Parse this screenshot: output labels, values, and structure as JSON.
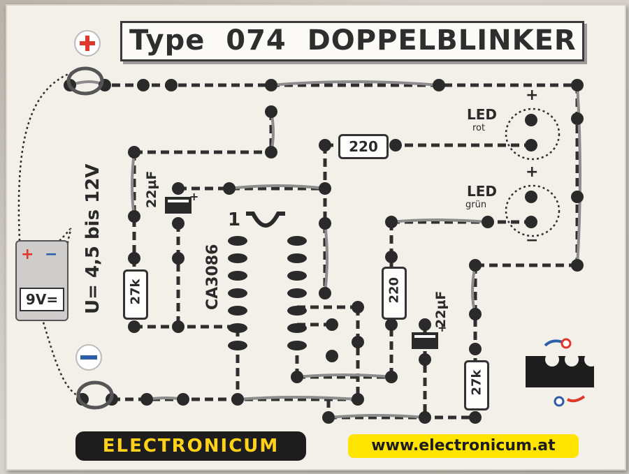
{
  "title": {
    "prefix": "Type",
    "number": "074",
    "name": "DOPPELBLINKER"
  },
  "voltage_label": "U= 4,5 bis 12V",
  "battery": {
    "label": "9V=",
    "plus": "+",
    "minus": "−"
  },
  "ic_label": "CA3086",
  "ic_pin1": "1",
  "resistors": {
    "r1": "27k",
    "r2": "220",
    "r3": "220",
    "r4": "27k"
  },
  "capacitors": {
    "c1": "22µF",
    "c2": "22µF"
  },
  "leds": {
    "led1": {
      "title": "LED",
      "color": "rot"
    },
    "led2": {
      "title": "LED",
      "color": "grün"
    }
  },
  "polarity": {
    "plus": "+",
    "minus": "−"
  },
  "brand": "ELECTRONICUM",
  "website": "www.electronicum.at",
  "colors": {
    "board": "#f3f0ea",
    "plus_terminal": "#e0372b",
    "minus_terminal": "#2d5ea8",
    "brand_bg": "#1d1d1d",
    "brand_text": "#ffd21a",
    "web_bg": "#ffe400"
  },
  "icons": [
    "plus-terminal-icon",
    "minus-terminal-icon",
    "flip-board-icon"
  ]
}
